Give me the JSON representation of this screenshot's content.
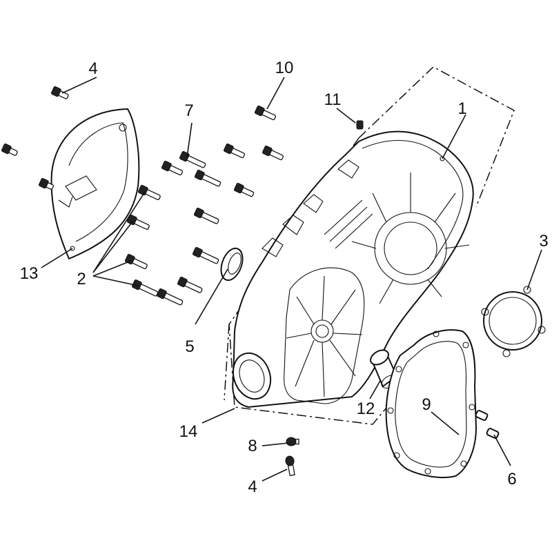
{
  "callouts": [
    {
      "id": "c1",
      "text": "1"
    },
    {
      "id": "c2",
      "text": "2"
    },
    {
      "id": "c3",
      "text": "3"
    },
    {
      "id": "c4a",
      "text": "4"
    },
    {
      "id": "c4b",
      "text": "4"
    },
    {
      "id": "c5",
      "text": "5"
    },
    {
      "id": "c6",
      "text": "6"
    },
    {
      "id": "c7",
      "text": "7"
    },
    {
      "id": "c8",
      "text": "8"
    },
    {
      "id": "c9",
      "text": "9"
    },
    {
      "id": "c10",
      "text": "10"
    },
    {
      "id": "c11",
      "text": "11"
    },
    {
      "id": "c12",
      "text": "12"
    },
    {
      "id": "c13",
      "text": "13"
    },
    {
      "id": "c14",
      "text": "14"
    }
  ],
  "colors": {
    "ink": "#111111",
    "paper": "#ffffff"
  }
}
